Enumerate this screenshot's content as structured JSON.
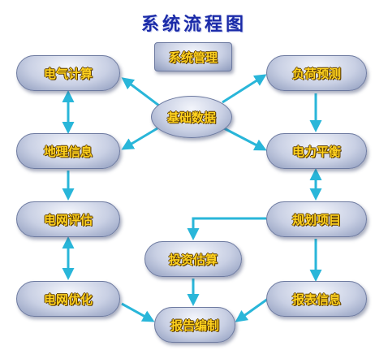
{
  "title": "系统流程图",
  "nodes": {
    "system_mgmt": "系统管理",
    "basic_data": "基础数据",
    "calc": "电气计算",
    "geo": "地理信息",
    "eval": "电网评估",
    "optimize": "电网优化",
    "load_forecast": "负荷预测",
    "power_balance": "电力平衡",
    "planning": "规划项目",
    "investment": "投资估算",
    "report_info": "报表信息",
    "report_compile": "报告编制"
  },
  "colors": {
    "arrow": "#29b6d9",
    "title": "#1a2aa8",
    "node_text": "#ffd21e"
  }
}
